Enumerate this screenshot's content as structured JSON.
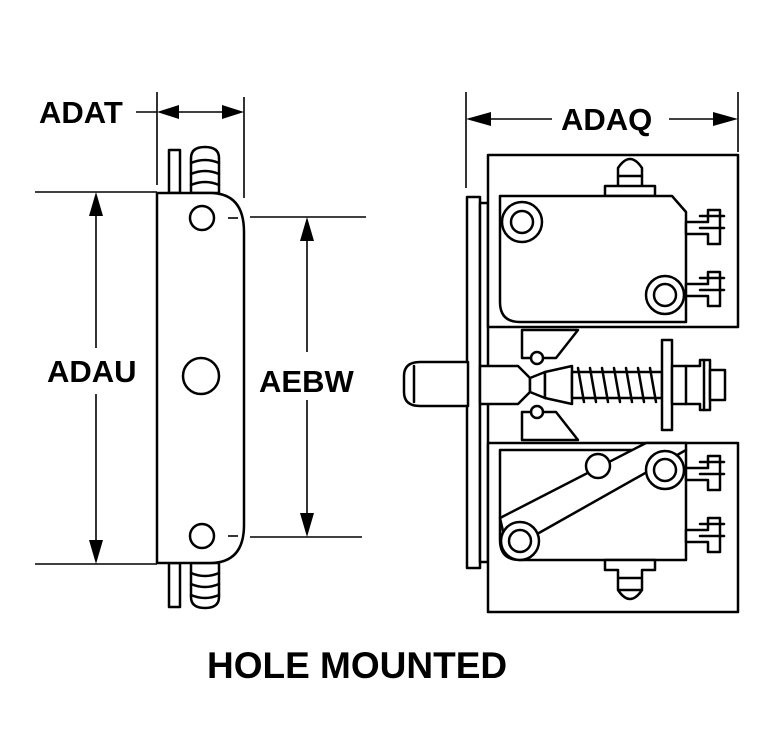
{
  "labels": {
    "adat": "ADAT",
    "adaq": "ADAQ",
    "adau": "ADAU",
    "aebw": "AEBW"
  },
  "caption": "HOLE MOUNTED"
}
